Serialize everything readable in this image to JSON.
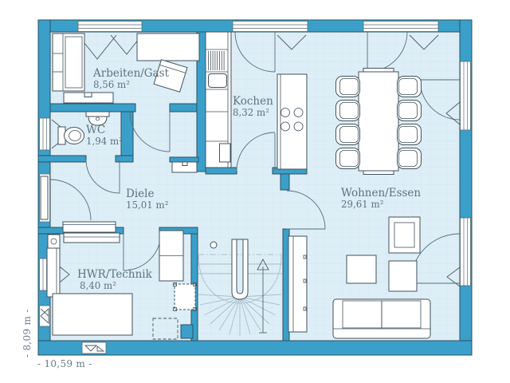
{
  "rooms": [
    {
      "id": "arbeiten",
      "name": "Arbeiten/Gast",
      "area": "8,56 m²"
    },
    {
      "id": "wc",
      "name": "WC",
      "area": "1,94 m²"
    },
    {
      "id": "kochen",
      "name": "Kochen",
      "area": "8,32 m²"
    },
    {
      "id": "diele",
      "name": "Diele",
      "area": "15,01 m²"
    },
    {
      "id": "wohnen",
      "name": "Wohnen/Essen",
      "area": "29,61 m²"
    },
    {
      "id": "hwr",
      "name": "HWR/Technik",
      "area": "8,40 m²"
    }
  ],
  "dimensions": {
    "width_label": "- 10,59 m -",
    "height_label": "- 8,09 m -"
  },
  "colors": {
    "wall": "#3aa0c9",
    "wall_outline": "#2c4f5e",
    "floor": "#ddeef7",
    "tile_line": "#c7dfee",
    "furniture_outline": "#42525b",
    "stair_line": "#a9becb",
    "label_text": "#5d7380",
    "dimension_text": "#6b7a85",
    "arc": "#54707c"
  }
}
